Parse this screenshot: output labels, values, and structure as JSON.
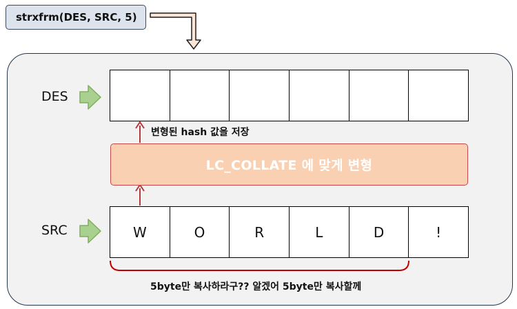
{
  "call_label": "strxfrm(DES, SRC, 5)",
  "des_label": "DES",
  "src_label": "SRC",
  "des_cells": [
    "",
    "",
    "",
    "",
    "",
    ""
  ],
  "src_cells": [
    "W",
    "O",
    "R",
    "L",
    "D",
    "!"
  ],
  "lc_label": "LC_COLLATE 에 맞게 변형",
  "store_note": "변형된 hash 값을 저장",
  "copy_note": "5byte만 복사하라구?? 알겠어 5byte만 복사할께",
  "colors": {
    "arrow_green": "#a9d08e",
    "arrow_red": "#b03a3c",
    "lc_fill": "#fad0b2",
    "bracket": "#c00000"
  }
}
